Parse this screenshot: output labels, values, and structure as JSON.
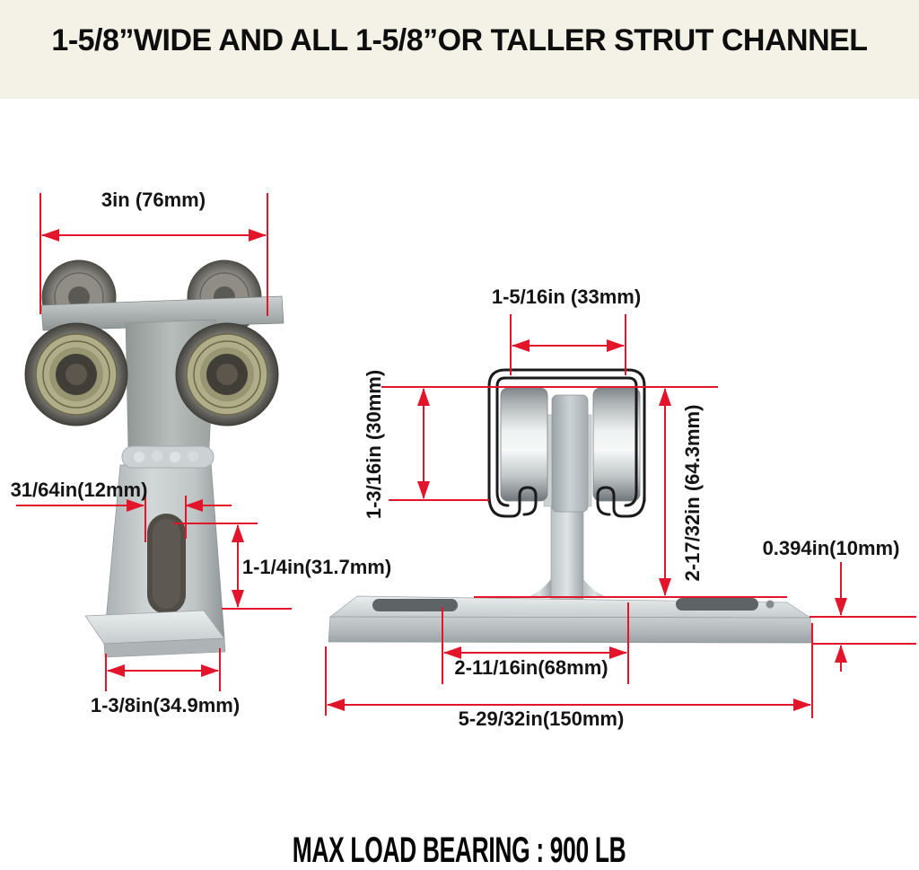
{
  "header": {
    "title": "1-5/8”WIDE AND ALL 1-5/8”OR TALLER STRUT CHANNEL",
    "background": "#f4f1e6",
    "text_color": "#0e0e0e"
  },
  "left_view": {
    "labels": {
      "front_width": "3in (76mm)",
      "edge_offset": "31/64in(12mm)",
      "slot_length": "1-1/4in(31.7mm)",
      "foot_width": "1-3/8in(34.9mm)"
    }
  },
  "right_view": {
    "labels": {
      "channel_width": "1-5/16in (33mm)",
      "roller_height": "1-3/16in (30mm)",
      "overall_height": "2-17/32in (64.3mm)",
      "plate_thickness": "0.394in(10mm)",
      "slot_spacing": "2-11/16in(68mm)",
      "plate_length": "5-29/32in(150mm)"
    }
  },
  "footer": {
    "max_load": "MAX LOAD BEARING : 900 LB"
  },
  "colors": {
    "dimension_red": "#e2152b",
    "label_black": "#141414",
    "outline_black": "#1b1b1b",
    "header_cream": "#f4f1e6",
    "page_background": "#ffffff"
  }
}
